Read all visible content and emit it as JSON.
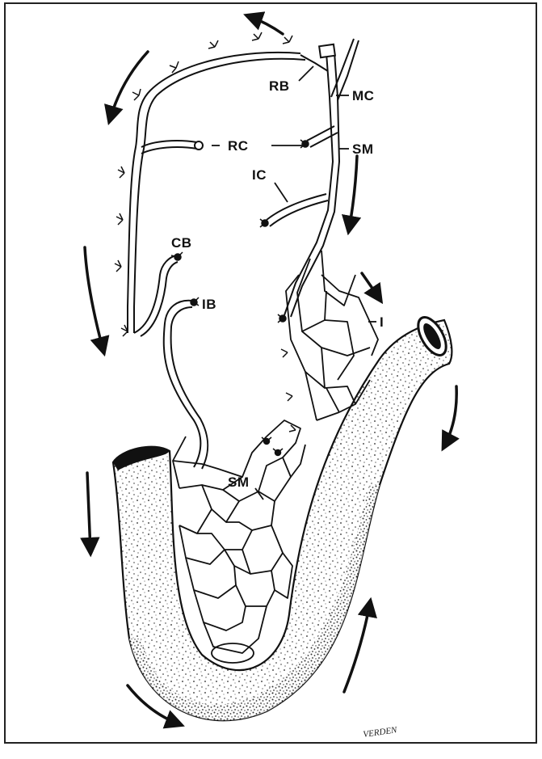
{
  "diagram": {
    "labels": {
      "rb": "RB",
      "mc": "MC",
      "rc": "RC",
      "sm_upper": "SM",
      "ic": "IC",
      "cb": "CB",
      "ib": "IB",
      "i": "I",
      "sm_lower": "SM"
    },
    "signature": "VERDEN"
  },
  "colors": {
    "ink": "#111111",
    "border": "#222222",
    "background": "#ffffff"
  }
}
